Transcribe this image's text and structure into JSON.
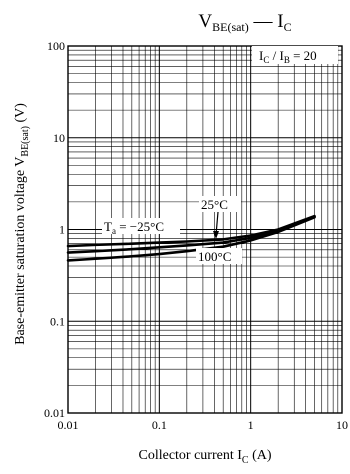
{
  "chart_data": {
    "type": "line",
    "title_main": "V",
    "title_sub": "BE(sat)",
    "title_dash": " — I",
    "title_end_sub": "C",
    "x_scale": "log",
    "y_scale": "log",
    "xlim": [
      0.01,
      10
    ],
    "ylim": [
      0.01,
      100
    ],
    "x_ticks": [
      0.01,
      0.1,
      1,
      10
    ],
    "x_tick_labels": [
      "0.01",
      "0.1",
      "1",
      "10"
    ],
    "y_ticks": [
      0.01,
      0.1,
      1,
      10,
      100
    ],
    "y_tick_labels": [
      "0.01",
      "0.1",
      "1",
      "10",
      "100"
    ],
    "xlabel_main": "Collector current  I",
    "xlabel_sub": "C",
    "xlabel_unit": "  (A)",
    "ylabel_main": "Base-emitter saturation voltage  V",
    "ylabel_sub": "BE(sat)",
    "ylabel_unit": "  (V)",
    "grid": true,
    "condition_label": {
      "prefix": "I",
      "sub1": "C",
      "mid": " / I",
      "sub2": "B",
      "suffix": " = 20"
    },
    "series": [
      {
        "name": "Ta = −25°C",
        "label_prefix": "T",
        "label_sub": "a",
        "label_suffix": " = −25°C",
        "x": [
          0.01,
          0.02,
          0.05,
          0.1,
          0.2,
          0.5,
          1,
          2,
          5
        ],
        "y": [
          0.66,
          0.68,
          0.7,
          0.72,
          0.74,
          0.78,
          0.86,
          1.0,
          1.4
        ]
      },
      {
        "name": "25°C",
        "label_prefix": "25°C",
        "label_sub": "",
        "label_suffix": "",
        "x": [
          0.01,
          0.02,
          0.05,
          0.1,
          0.2,
          0.5,
          1,
          2,
          5
        ],
        "y": [
          0.56,
          0.58,
          0.61,
          0.64,
          0.67,
          0.72,
          0.81,
          0.97,
          1.38
        ]
      },
      {
        "name": "100°C",
        "label_prefix": "100°C",
        "label_sub": "",
        "label_suffix": "",
        "x": [
          0.01,
          0.02,
          0.05,
          0.1,
          0.2,
          0.5,
          1,
          2,
          5
        ],
        "y": [
          0.46,
          0.48,
          0.51,
          0.54,
          0.58,
          0.65,
          0.76,
          0.94,
          1.36
        ]
      }
    ],
    "line_color": "#000000",
    "grid_color": "#000000"
  }
}
